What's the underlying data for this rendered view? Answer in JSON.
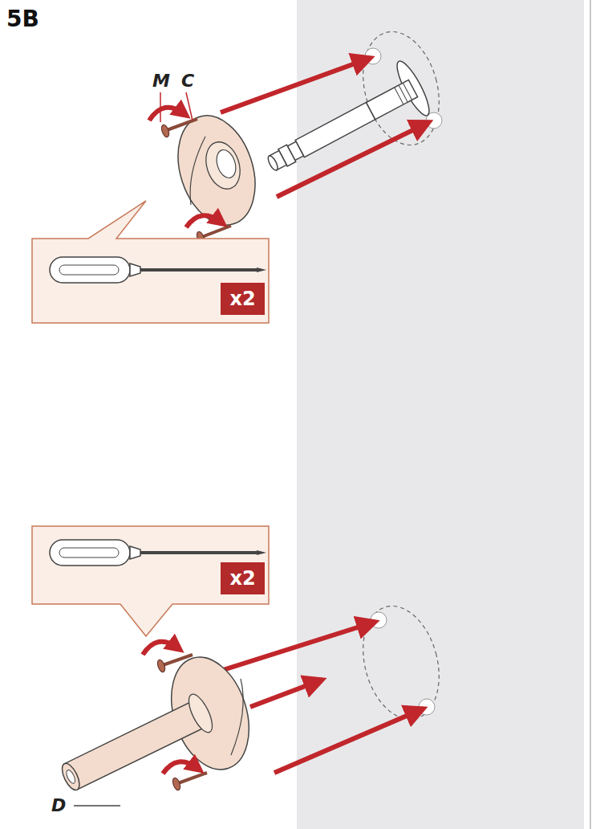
{
  "diagram": {
    "title": "5B",
    "labels": [
      "M",
      "C",
      "x2",
      "x2",
      "D"
    ]
  }
}
